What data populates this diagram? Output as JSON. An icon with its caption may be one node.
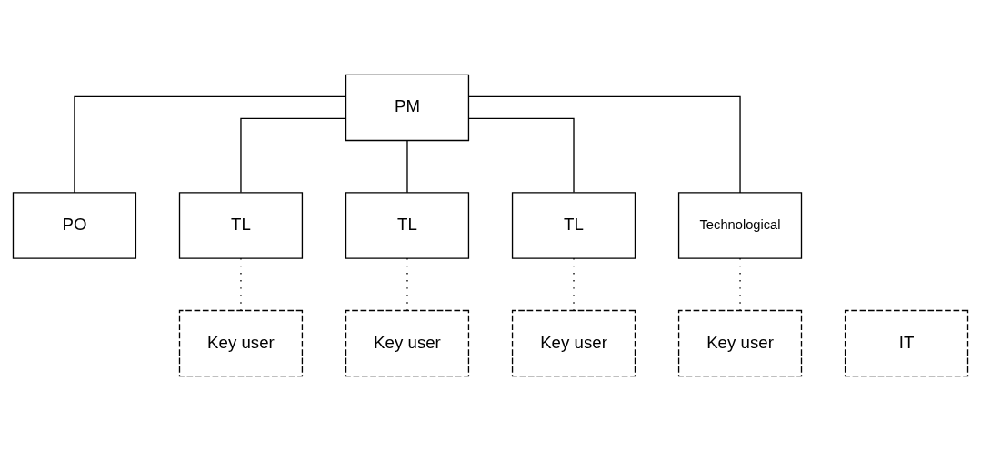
{
  "diagram": {
    "nodes": [
      {
        "text": [
          "PM"
        ]
      },
      {
        "text": [
          "PO"
        ]
      },
      {
        "text": [
          "TL"
        ]
      },
      {
        "text": [
          "TL"
        ]
      },
      {
        "text": [
          "TL"
        ]
      },
      {
        "text": [
          "Technological"
        ]
      },
      {
        "text": [
          "Key user"
        ]
      },
      {
        "text": [
          "Key user"
        ]
      },
      {
        "text": [
          "Key user"
        ]
      },
      {
        "text": [
          "Key user"
        ]
      },
      {
        "text": [
          "IT"
        ]
      }
    ],
    "edges": [
      {
        "from": 0,
        "to": 1,
        "arrow": "none"
      },
      {
        "from": 0,
        "to": 2,
        "arrow": "none"
      },
      {
        "from": 0,
        "to": 3,
        "arrow": "none"
      },
      {
        "from": 0,
        "to": 4,
        "arrow": "none"
      },
      {
        "from": 0,
        "to": 5,
        "arrow": "none"
      },
      {
        "from": 2,
        "to": 6,
        "arrow": "none",
        "style": "dashed"
      },
      {
        "from": 3,
        "to": 7,
        "arrow": "none",
        "style": "dashed"
      },
      {
        "from": 4,
        "to": 8,
        "arrow": "none",
        "style": "dashed"
      },
      {
        "from": 5,
        "to": 9,
        "arrow": "none",
        "style": "dashed"
      }
    ]
  }
}
